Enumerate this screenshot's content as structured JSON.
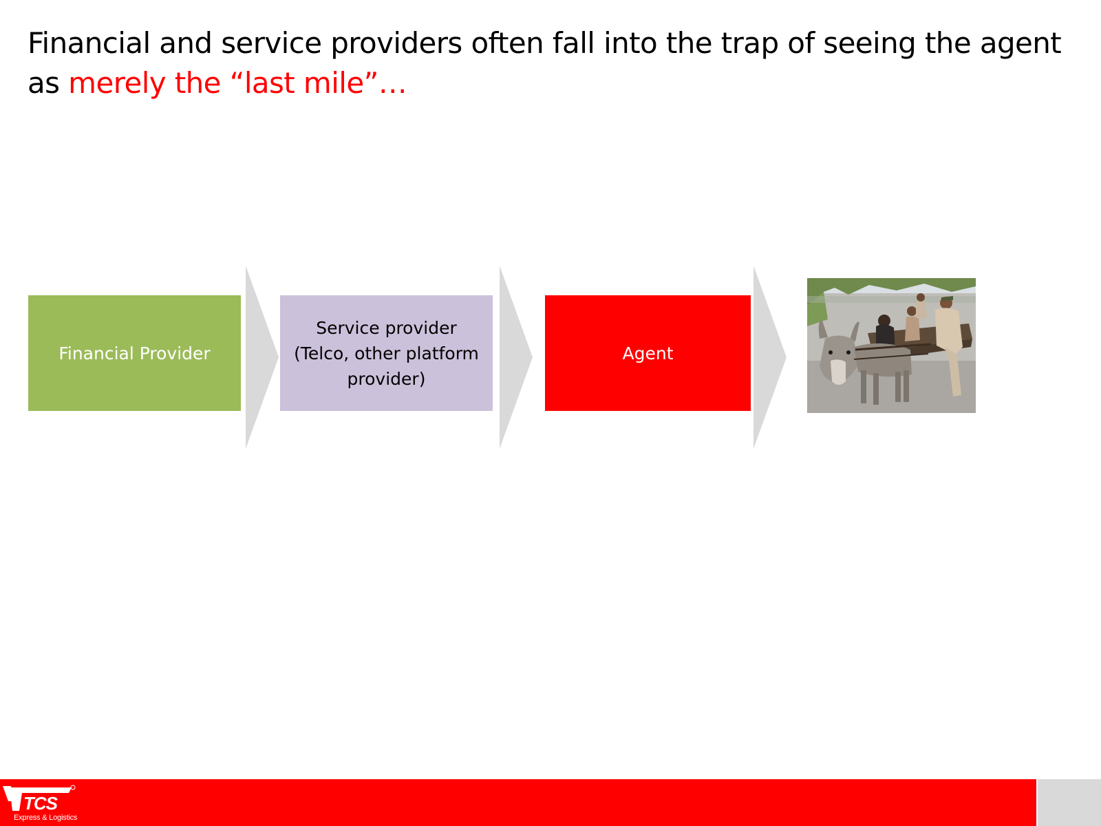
{
  "slide": {
    "title_lead": "Financial and service providers often fall into the trap of seeing the agent as ",
    "title_highlight": "merely the “last mile”…"
  },
  "flow": {
    "financial_provider": "Financial Provider",
    "service_provider": "Service provider (Telco, other platform provider)",
    "agent": "Agent"
  },
  "footer": {
    "logo_text": "TCS",
    "logo_tagline": "Express & Logistics"
  },
  "colors": {
    "financial_box": "#9bbb59",
    "service_box": "#ccc1da",
    "agent_box": "#ff0000",
    "highlight": "#ff0000",
    "chevron": "#d9d9d9",
    "footer_bar": "#ff0000"
  }
}
